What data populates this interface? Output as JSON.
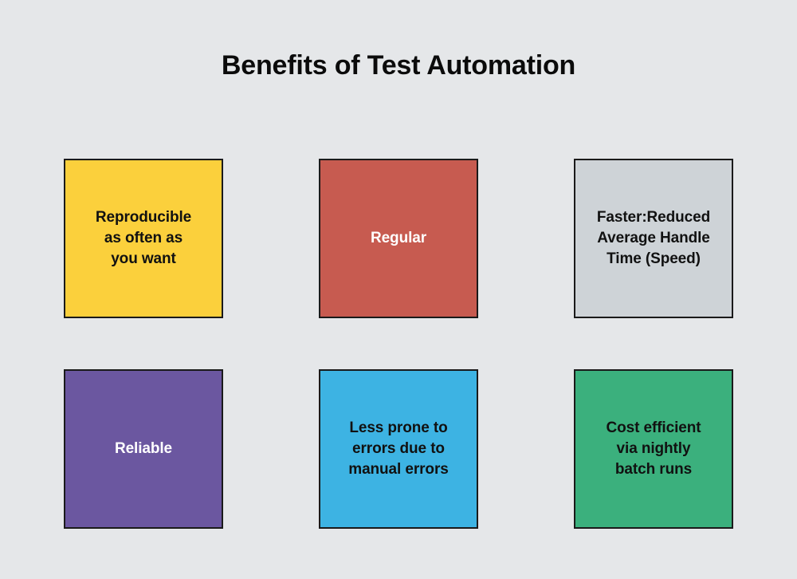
{
  "header": {
    "title": "Benefits of Test Automation"
  },
  "palette": {
    "background": "#e5e7e9",
    "border": "#1a1a1a",
    "title_color": "#0b0b0b",
    "dark_text": "#111111",
    "light_text": "#ffffff"
  },
  "cards": [
    {
      "label": "Reproducible\nas often as\nyou want",
      "fill": "#fbd03c",
      "text_color": "#111111",
      "text_tone": "dark"
    },
    {
      "label": "Regular",
      "fill": "#c75b50",
      "text_color": "#ffffff",
      "text_tone": "light"
    },
    {
      "label": "Faster:Reduced\nAverage Handle\nTime (Speed)",
      "fill": "#ced3d7",
      "text_color": "#111111",
      "text_tone": "dark"
    },
    {
      "label": "Reliable",
      "fill": "#6b57a0",
      "text_color": "#ffffff",
      "text_tone": "light"
    },
    {
      "label": "Less prone to\nerrors due to\nmanual errors",
      "fill": "#3db3e3",
      "text_color": "#111111",
      "text_tone": "dark"
    },
    {
      "label": "Cost efficient\nvia nightly\nbatch runs",
      "fill": "#3bb07d",
      "text_color": "#111111",
      "text_tone": "dark"
    }
  ]
}
